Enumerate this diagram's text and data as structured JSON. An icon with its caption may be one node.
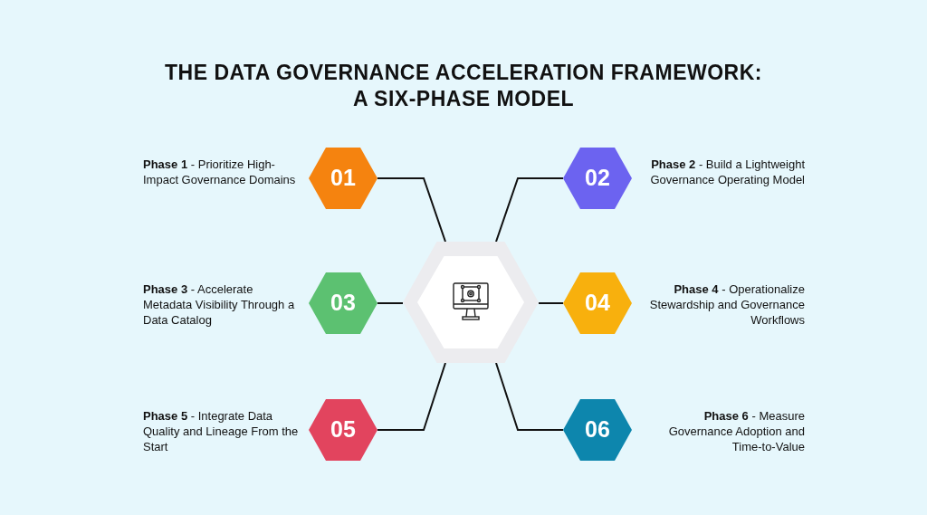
{
  "diagram": {
    "title": "THE DATA GOVERNANCE ACCELERATION FRAMEWORK: A SIX-PHASE MODEL",
    "nodes": [
      {
        "text": [],
        "shape": "hexagon"
      },
      {
        "text": [
          "01"
        ],
        "beside": [
          "**Phase 1** - Prioritize High-Impact Governance Domains"
        ]
      },
      {
        "text": [
          "02"
        ],
        "beside": [
          "**Phase 2** - Build a Lightweight Governance Operating Model"
        ]
      },
      {
        "text": [
          "03"
        ],
        "beside": [
          "**Phase 3** - Accelerate Metadata Visibility Through a Data Catalog"
        ]
      },
      {
        "text": [
          "04"
        ],
        "beside": [
          "**Phase 4** - Operationalize Stewardship and Governance Workflows"
        ]
      },
      {
        "text": [
          "05"
        ],
        "beside": [
          "**Phase 5** - Integrate Data Quality and Lineage From the Start"
        ]
      },
      {
        "text": [
          "06"
        ],
        "beside": [
          "**Phase 6** - Measure Governance Adoption and Time-to-Value"
        ]
      }
    ],
    "edges": [
      {
        "from": 0,
        "to": 1,
        "arrow": "none"
      },
      {
        "from": 0,
        "to": 2,
        "arrow": "none"
      },
      {
        "from": 0,
        "to": 3,
        "arrow": "none"
      },
      {
        "from": 0,
        "to": 4,
        "arrow": "none"
      },
      {
        "from": 0,
        "to": 5,
        "arrow": "none"
      },
      {
        "from": 0,
        "to": 6,
        "arrow": "none"
      }
    ]
  }
}
